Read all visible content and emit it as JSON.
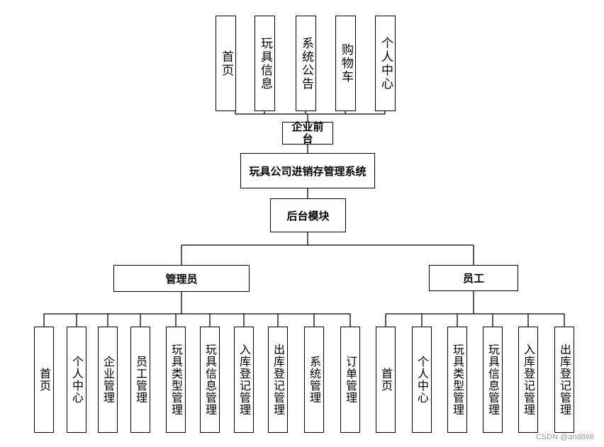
{
  "frontend": {
    "items": [
      "首页",
      "玩具信息",
      "系统公告",
      "购物车",
      "个人中心"
    ],
    "hub_label": "企业前台"
  },
  "system": {
    "label": "玩具公司进销存管理系统"
  },
  "backend": {
    "label": "后台模块"
  },
  "admin": {
    "label": "管理员",
    "items": [
      "首页",
      "个人中心",
      "企业管理",
      "员工管理",
      "玩具类型管理",
      "玩具信息管理",
      "入库登记管理",
      "出库登记管理",
      "系统管理",
      "订单管理"
    ]
  },
  "staff": {
    "label": "员工",
    "items": [
      "首页",
      "个人中心",
      "玩具类型管理",
      "玩具信息管理",
      "入库登记管理",
      "出库登记管理"
    ]
  },
  "watermark": "CSDN @and866"
}
